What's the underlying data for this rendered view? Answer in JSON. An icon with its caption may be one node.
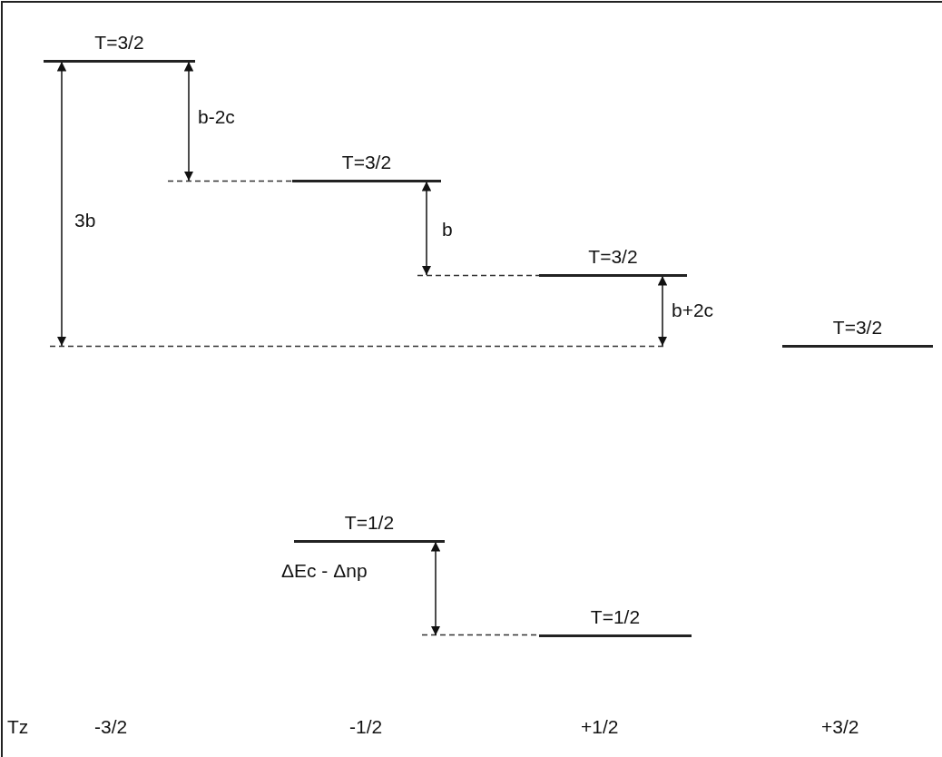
{
  "diagram": {
    "nodes": [
      {
        "text": [
          "T=3/2"
        ]
      },
      {
        "text": [
          "T=3/2"
        ]
      },
      {
        "text": [
          "T=3/2"
        ]
      },
      {
        "text": [
          "T=3/2"
        ]
      },
      {
        "text": [
          "T=1/2"
        ]
      },
      {
        "text": [
          "T=1/2"
        ]
      }
    ],
    "labels": [
      "b-2c",
      "3b",
      "b",
      "b+2c",
      "ΔEc - Δnp",
      "Tz",
      "-3/2",
      "-1/2",
      "+1/2",
      "+3/2"
    ]
  }
}
